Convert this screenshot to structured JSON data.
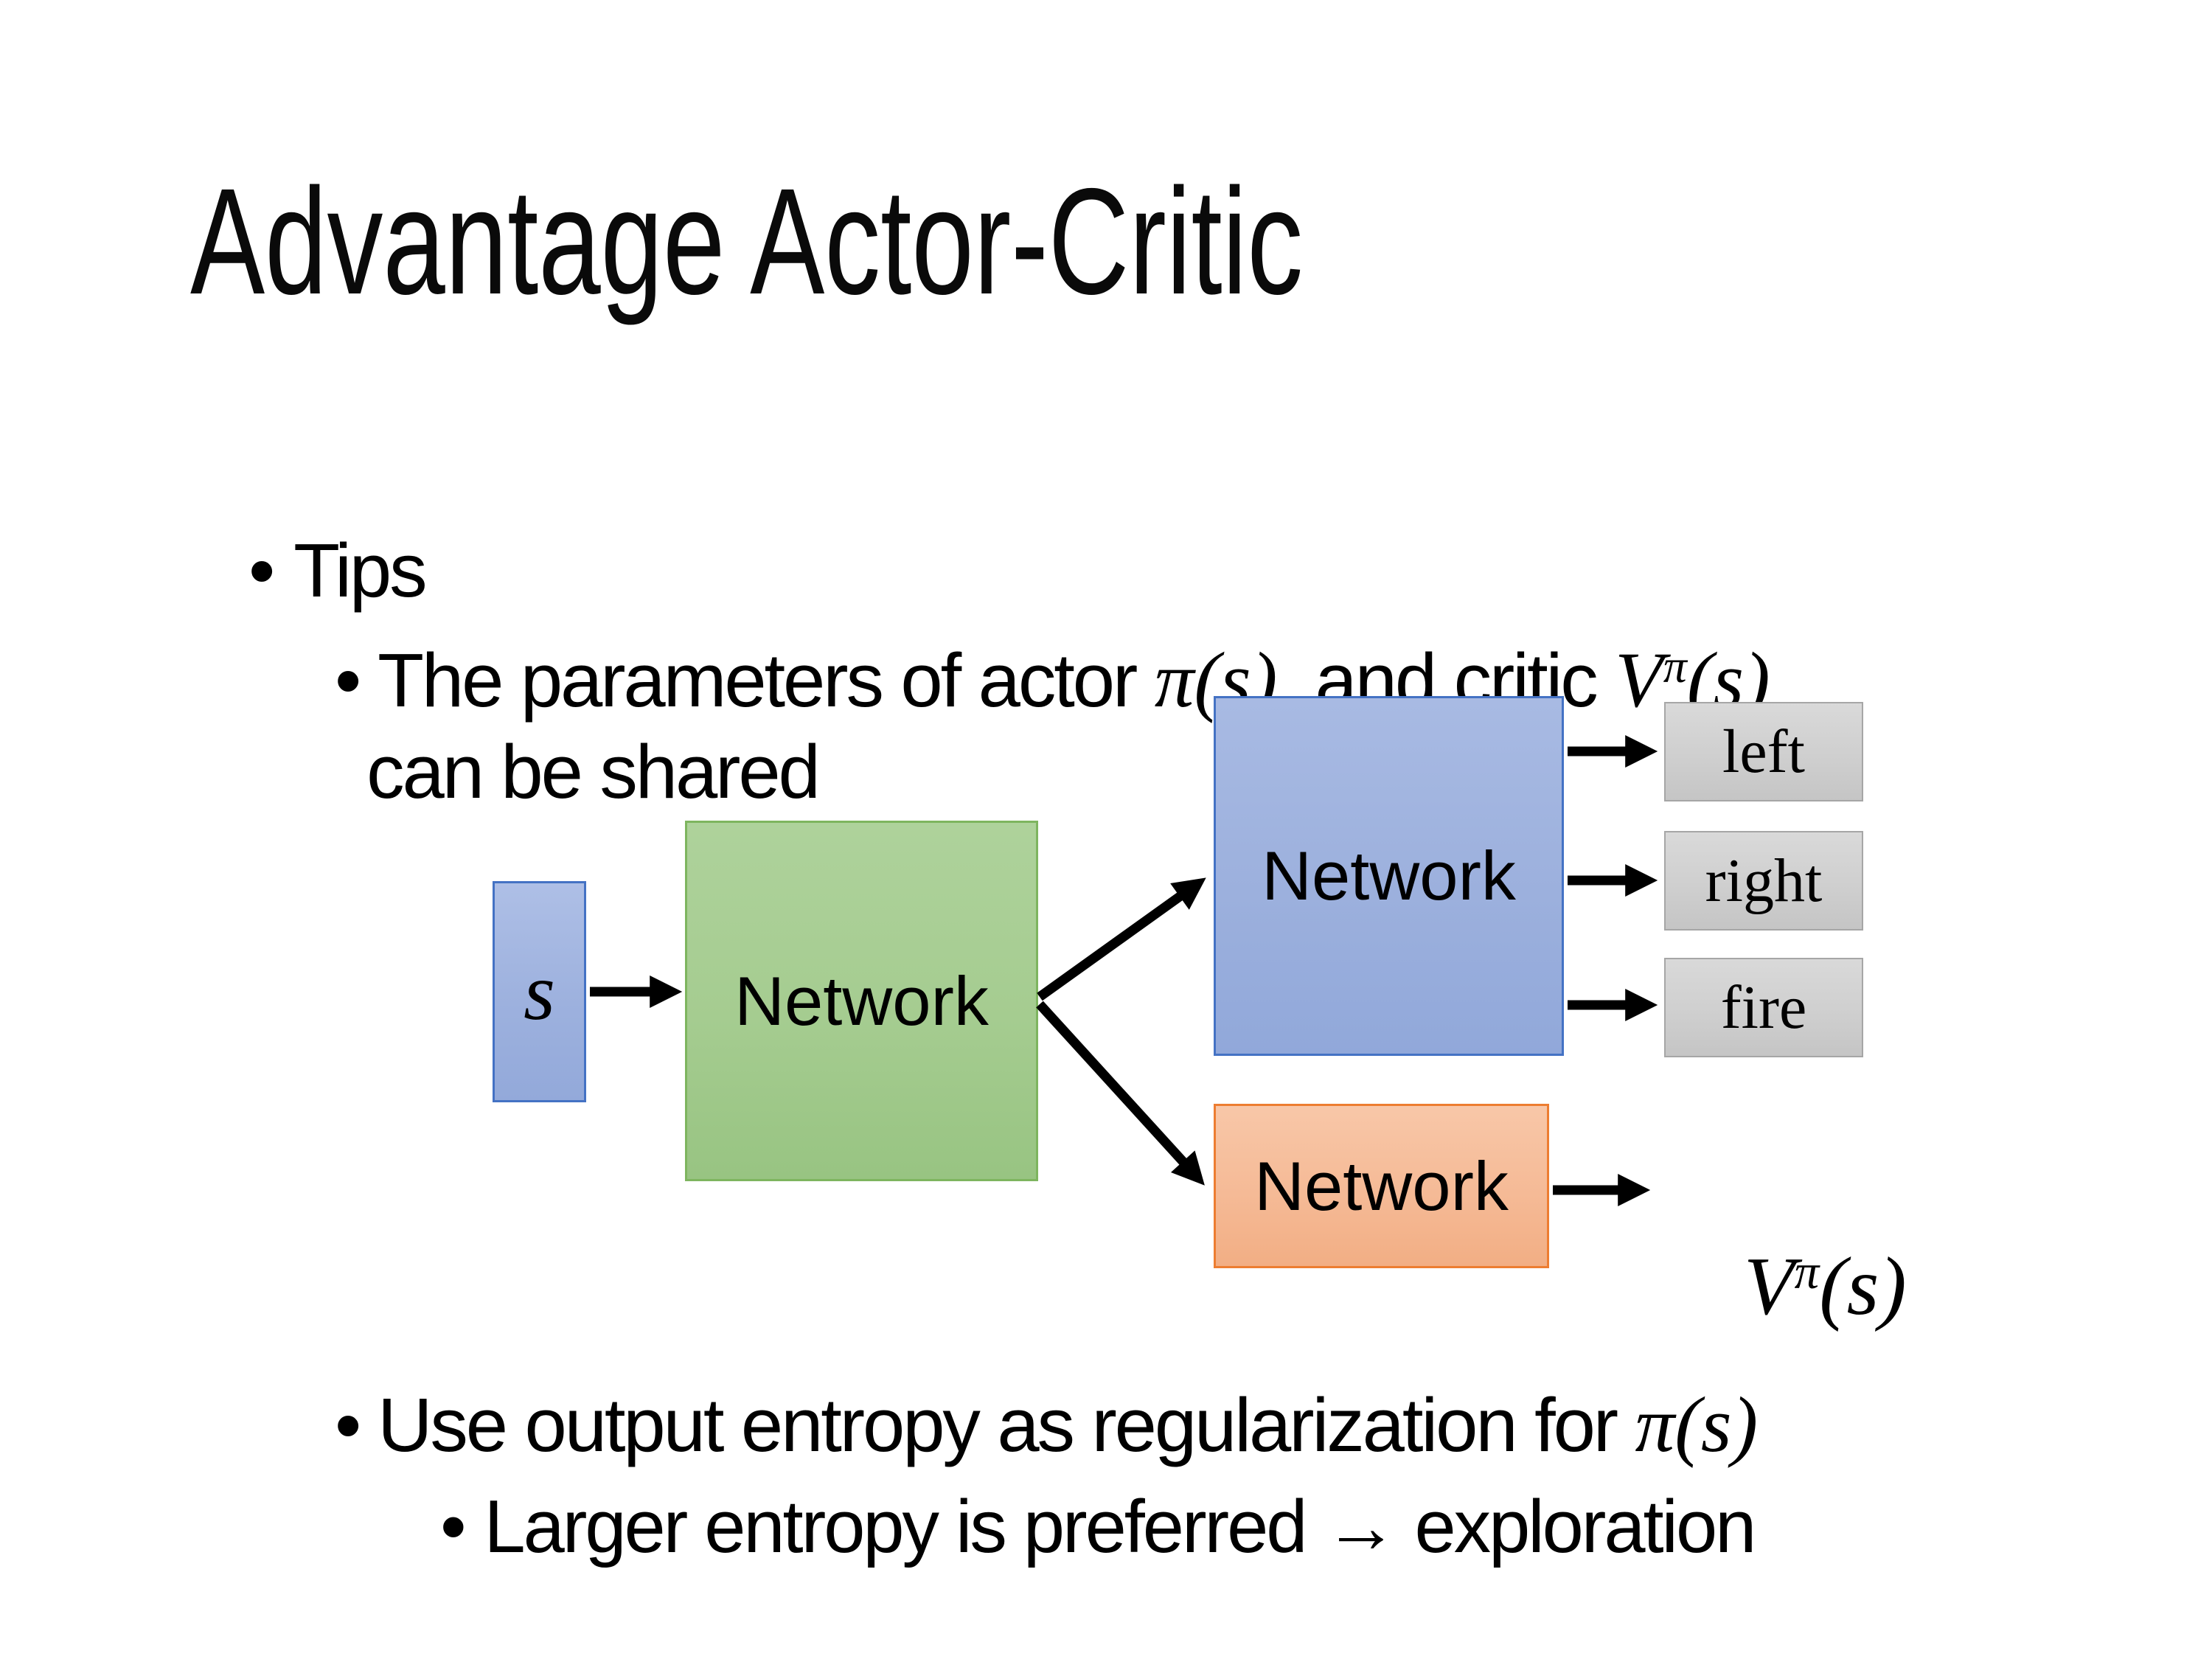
{
  "slide": {
    "title": "Advantage Actor-Critic",
    "bullet_char": "•",
    "tips_label": "Tips",
    "param_line": {
      "pre": "The parameters of actor ",
      "pi": "π(s)",
      "mid": "  and critic ",
      "v_base": "V",
      "v_sup": "π",
      "v_args": "(s)",
      "line2": "can be shared"
    },
    "entropy_line": {
      "pre": "Use output entropy as regularization for ",
      "pi": "π(s)"
    },
    "exploration_line": "Larger entropy is preferred → exploration"
  },
  "diagram": {
    "state_label": "s",
    "shared_network_label": "Network",
    "actor_network_label": "Network",
    "critic_network_label": "Network",
    "actions": [
      "left",
      "right",
      "fire"
    ],
    "value_output": {
      "base": "V",
      "sup": "π",
      "args": "(s)"
    },
    "colors": {
      "state_fill": "#9FB3DF",
      "state_border": "#4472C4",
      "shared_fill": "#A9CF97",
      "shared_border": "#7EB55F",
      "actor_fill": "#9FB3DF",
      "actor_border": "#4472C4",
      "critic_fill": "#F5BA97",
      "critic_border": "#ED7D31",
      "action_fill": "#CFCFCF",
      "action_border": "#A6A6A6",
      "arrow": "#000000",
      "text": "#000000",
      "background": "#FFFFFF"
    }
  }
}
